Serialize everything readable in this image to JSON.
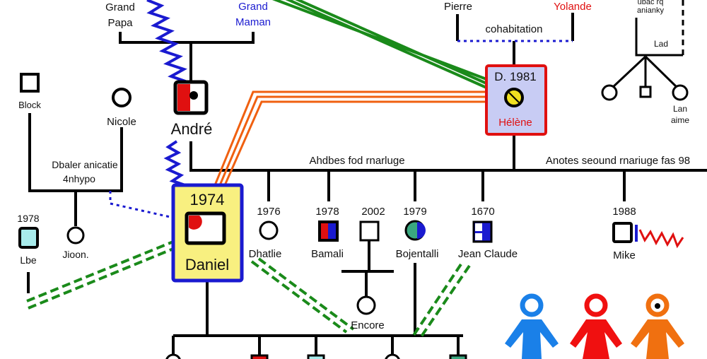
{
  "colors": {
    "male_line": "#000000",
    "zigzag_blue": "#1a1ad0",
    "green": "#1a8a1a",
    "orange": "#f06010",
    "helene_border": "#e01010",
    "helene_fill": "#c8ccf4",
    "daniel_border": "#1a1ad0",
    "daniel_fill": "#f8f080"
  },
  "people": {
    "grand_papa": {
      "line1": "Grand",
      "line2": "Papa"
    },
    "grand_maman": {
      "line1": "Grand",
      "line2": "Maman"
    },
    "andre": {
      "name": "André"
    },
    "pierre": {
      "name": "Pierre"
    },
    "yolande": {
      "name": "Yolande"
    },
    "helene": {
      "year": "D. 1981",
      "name": "Hélène"
    },
    "block": {
      "name": "Block"
    },
    "nicole": {
      "name": "Nicole"
    },
    "lbe": {
      "year": "1978",
      "name": "Lbe"
    },
    "jioon": {
      "name": "Jioon."
    },
    "daniel": {
      "year": "1974",
      "name": "Daniel"
    },
    "dhatlie": {
      "year": "1976",
      "name": "Dhatlie"
    },
    "bamali": {
      "year": "1978",
      "name": "Bamali"
    },
    "child_2002": {
      "year": "2002"
    },
    "encore": {
      "name": "Encore"
    },
    "bojentalli": {
      "year": "1979",
      "name": "Bojentalli"
    },
    "jean_claude": {
      "year": "1670",
      "name": "Jean Claude"
    },
    "mike": {
      "year": "1988",
      "name": "Mike"
    },
    "lan_aime": {
      "line1": "Lan",
      "line2": "aime"
    }
  },
  "labels": {
    "cohabitation": "cohabitation",
    "first_marriage": "Ahdbes fod rnarluge",
    "second_marriage": "Anotes seound rnariuge fas 98",
    "other_union_line1": "Dbaler anicatie",
    "other_union_line2": "4nhypo",
    "top_right_line1": "ubac rq",
    "top_right_line2": "anianky",
    "lad": "Lad"
  },
  "legend_icons": [
    "male-figure-icon",
    "female-figure-icon",
    "identified-person-icon"
  ]
}
